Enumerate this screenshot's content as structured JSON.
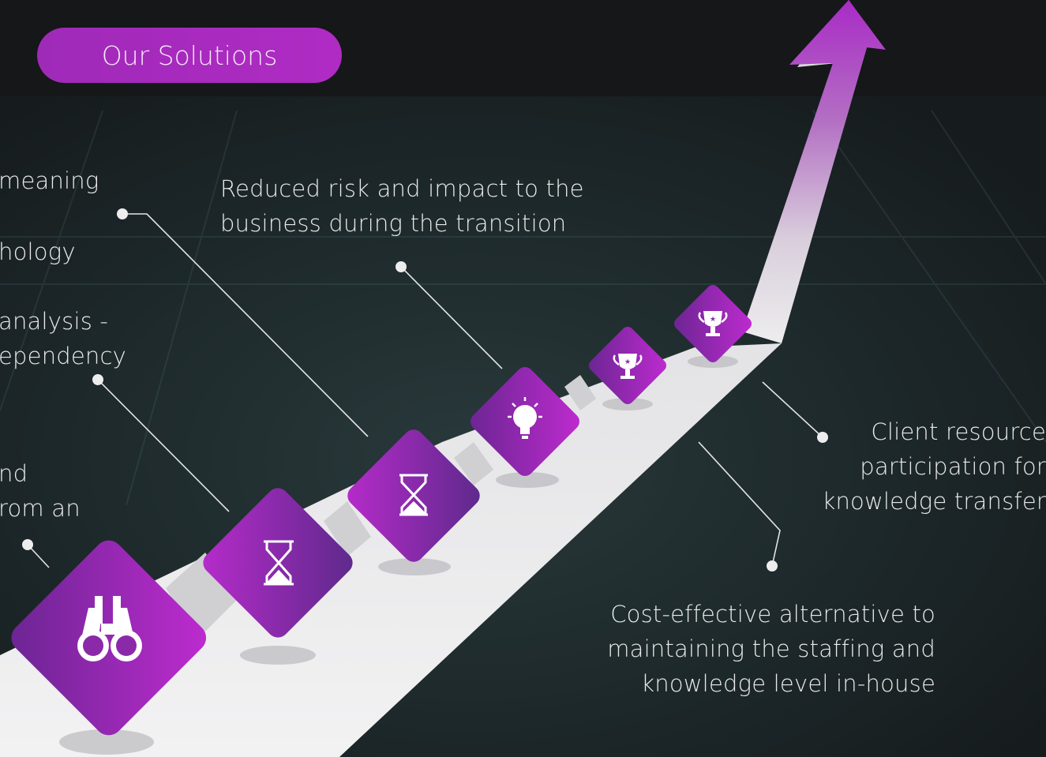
{
  "title": "Our Solutions",
  "left_text": {
    "line1": "meaning",
    "line2": "hology",
    "line3": "analysis -",
    "line4": "ependency",
    "line5": "nd",
    "line6": "rom an"
  },
  "callouts": {
    "reduced_risk": [
      "Reduced risk and impact to the",
      "business during the transition"
    ],
    "client_resource": [
      "Client resource",
      "participation for",
      "knowledge transfer"
    ],
    "cost_effective": [
      "Cost-effective alternative to",
      "maintaining the staffing and",
      "knowledge level in-house"
    ]
  },
  "steps": [
    {
      "icon": "binoculars-icon"
    },
    {
      "icon": "hourglass-icon"
    },
    {
      "icon": "hourglass-icon"
    },
    {
      "icon": "lightbulb-icon"
    },
    {
      "icon": "trophy-icon"
    },
    {
      "icon": "trophy-icon"
    }
  ],
  "colors": {
    "accent_start": "#7d2ba8",
    "accent_end": "#b62bc9",
    "background": "#151719",
    "road": "#e7e7e9"
  }
}
